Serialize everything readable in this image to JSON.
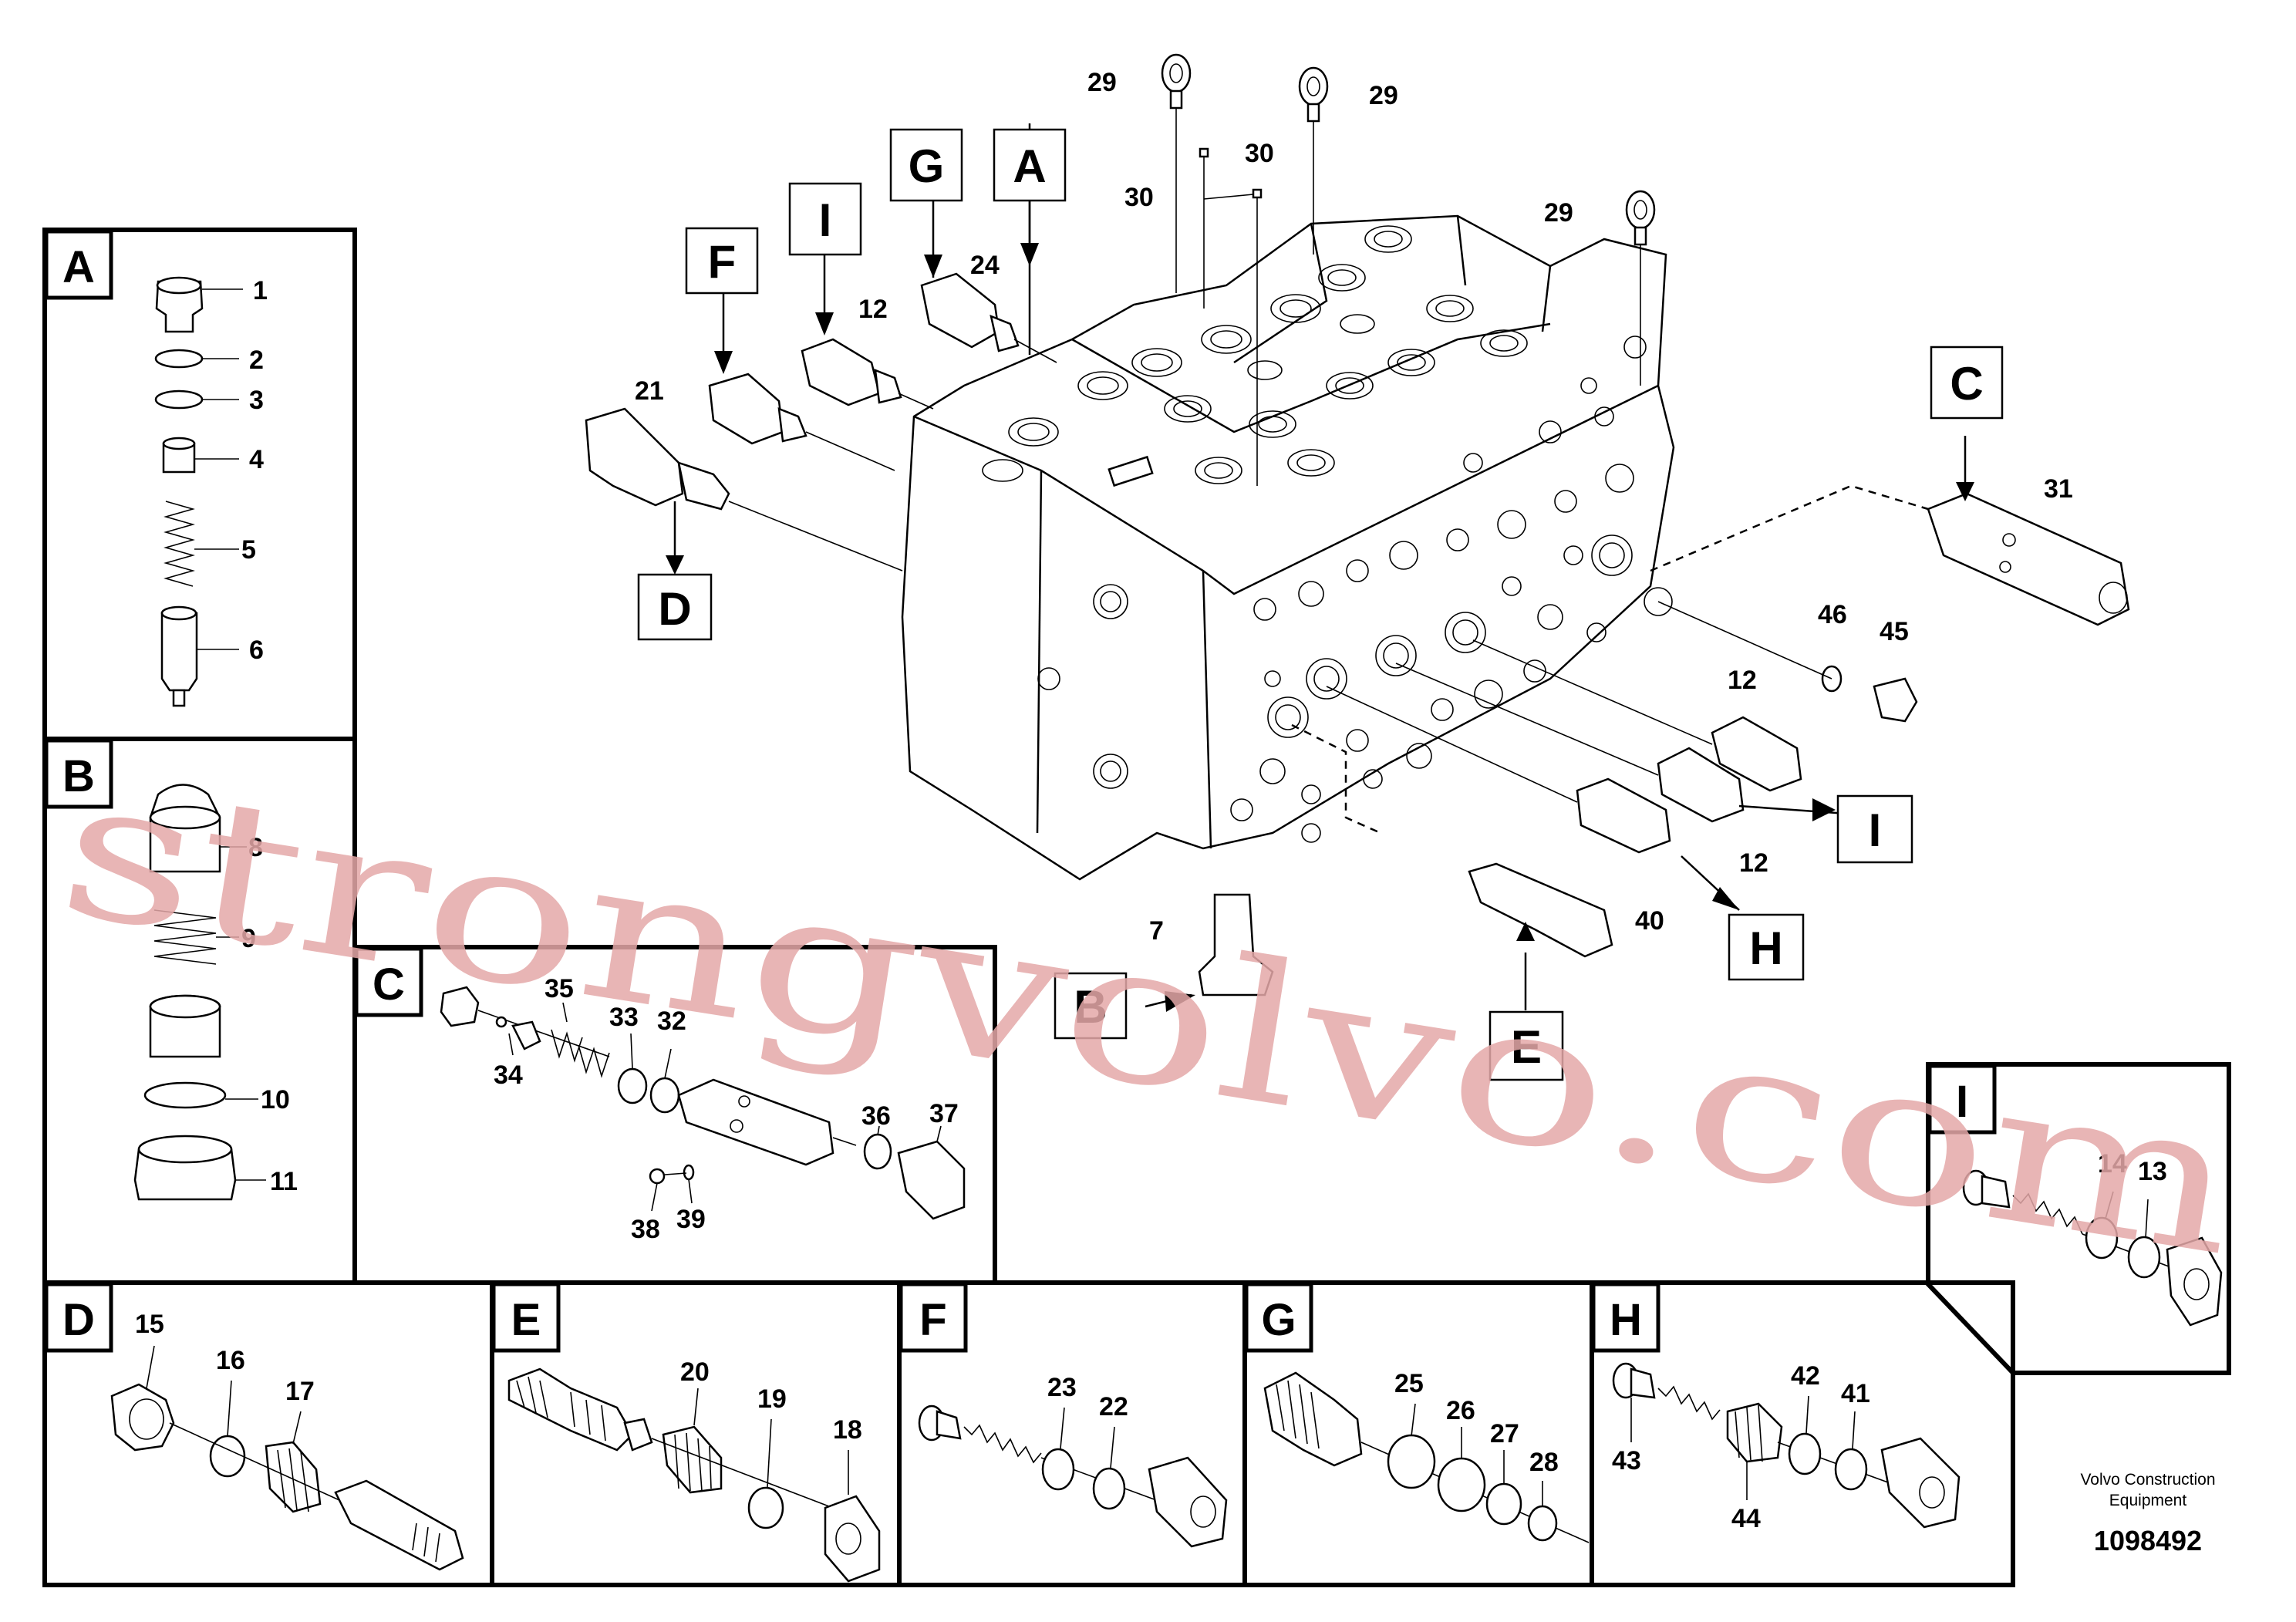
{
  "diagram": {
    "panels": {
      "A": {
        "letter": "A",
        "callouts": [
          "1",
          "2",
          "3",
          "4",
          "5",
          "6"
        ]
      },
      "B": {
        "letter": "B",
        "callouts": [
          "8",
          "9",
          "10",
          "11"
        ]
      },
      "C": {
        "letter": "C",
        "callouts": [
          "35",
          "33",
          "32",
          "34",
          "36",
          "37",
          "38",
          "39"
        ]
      },
      "D": {
        "letter": "D",
        "callouts": [
          "15",
          "16",
          "17"
        ]
      },
      "E": {
        "letter": "E",
        "callouts": [
          "20",
          "19",
          "18"
        ]
      },
      "F": {
        "letter": "F",
        "callouts": [
          "23",
          "22"
        ]
      },
      "G": {
        "letter": "G",
        "callouts": [
          "25",
          "26",
          "27",
          "28"
        ]
      },
      "H": {
        "letter": "H",
        "callouts": [
          "42",
          "41",
          "43",
          "44"
        ]
      },
      "I": {
        "letter": "I",
        "callouts": [
          "14",
          "13"
        ]
      }
    },
    "main": {
      "callouts": [
        "29",
        "29",
        "29",
        "30",
        "30",
        "24",
        "12",
        "21",
        "31",
        "46",
        "45",
        "12",
        "12",
        "40",
        "7"
      ],
      "box_labels": [
        "G",
        "A",
        "I",
        "F",
        "D",
        "C",
        "I",
        "H",
        "B",
        "E"
      ]
    }
  },
  "watermark": "strongvolvo.com",
  "footer": {
    "company": "Volvo Construction",
    "company2": "Equipment",
    "drawing_number": "1098492"
  }
}
